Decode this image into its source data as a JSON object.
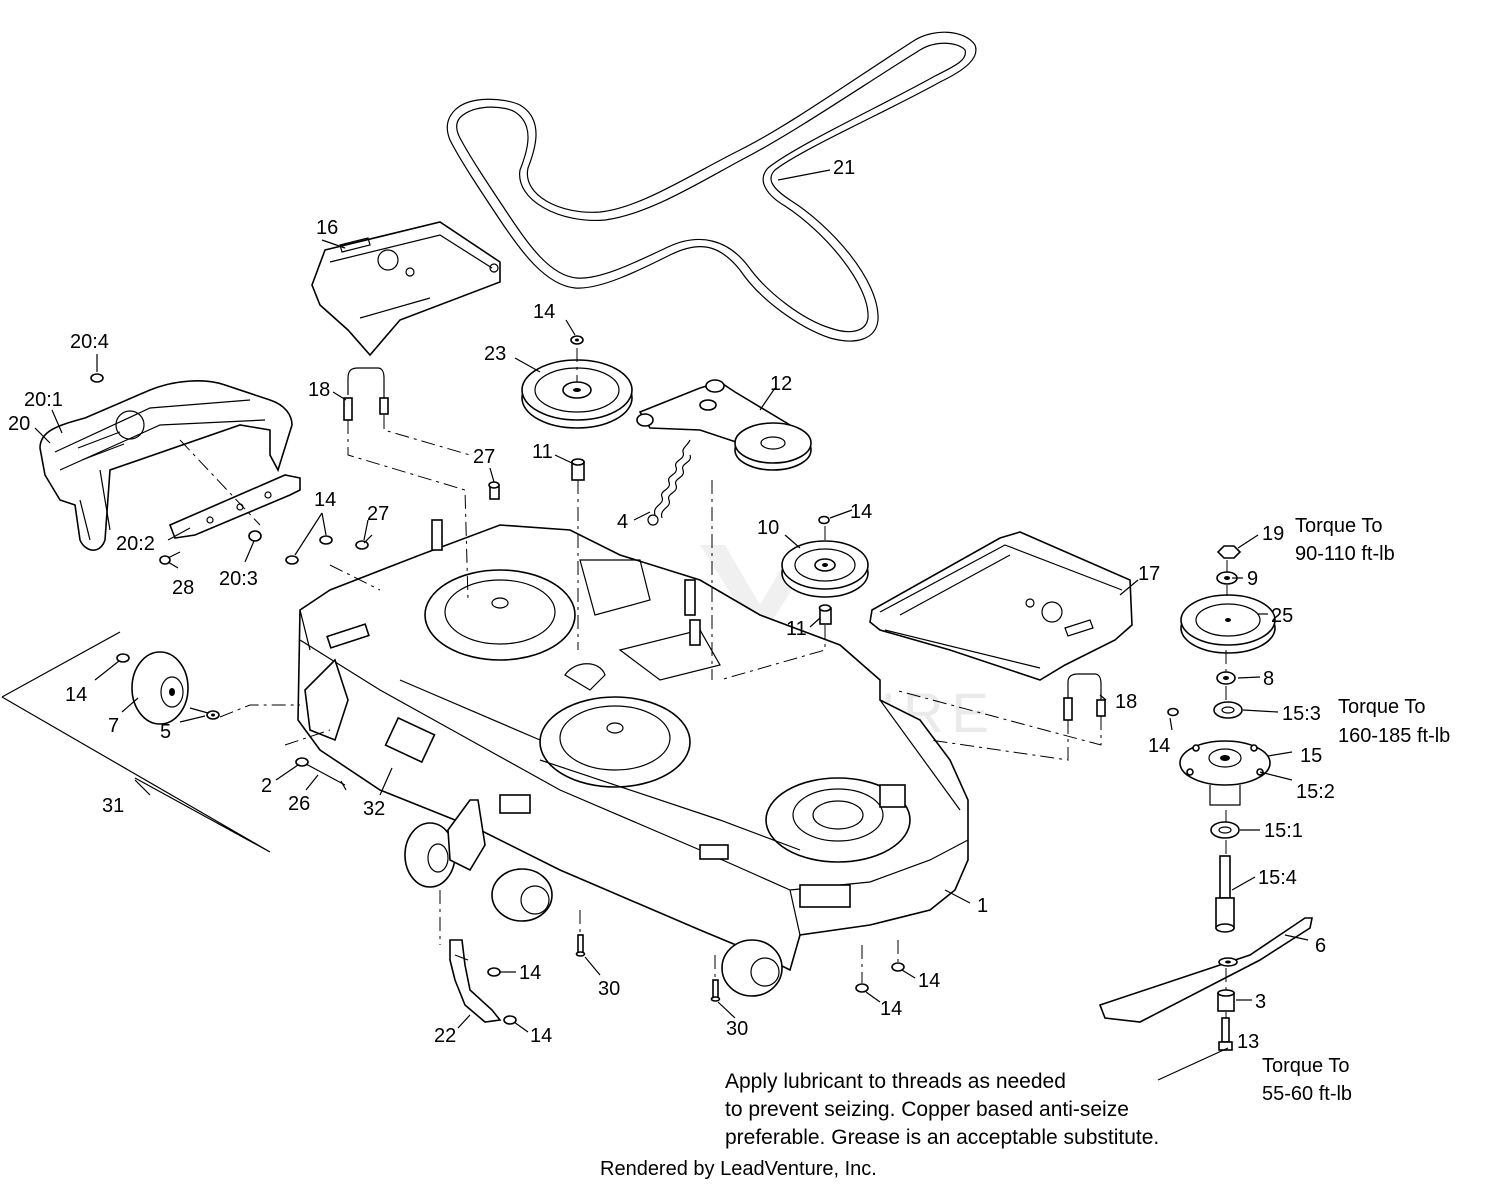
{
  "callouts": {
    "c1": "1",
    "c2": "2",
    "c3": "3",
    "c4": "4",
    "c5": "5",
    "c6": "6",
    "c7": "7",
    "c8": "8",
    "c9": "9",
    "c10": "10",
    "c11a": "11",
    "c11b": "11",
    "c12": "12",
    "c13": "13",
    "c14a": "14",
    "c14b": "14",
    "c14c": "14",
    "c14d": "14",
    "c14e": "14",
    "c14f": "14",
    "c14g": "14",
    "c14h": "14",
    "c14i": "14",
    "c15": "15",
    "c15_1": "15:1",
    "c15_2": "15:2",
    "c15_3": "15:3",
    "c15_4": "15:4",
    "c16": "16",
    "c17": "17",
    "c18a": "18",
    "c18b": "18",
    "c19": "19",
    "c20": "20",
    "c20_1": "20:1",
    "c20_2": "20:2",
    "c20_3": "20:3",
    "c20_4": "20:4",
    "c21": "21",
    "c22": "22",
    "c23": "23",
    "c25": "25",
    "c26": "26",
    "c27a": "27",
    "c27b": "27",
    "c28": "28",
    "c30a": "30",
    "c30b": "30",
    "c31": "31",
    "c32": "32"
  },
  "torque": {
    "t19_title": "Torque To",
    "t19_value": "90-110 ft-lb",
    "t15_title": "Torque To",
    "t15_value": "160-185 ft-lb",
    "t13_title": "Torque To",
    "t13_value": "55-60 ft-lb"
  },
  "note": {
    "line1": "Apply lubricant to threads as needed",
    "line2": "to prevent seizing. Copper based anti-seize",
    "line3": "preferable. Grease is an acceptable substitute."
  },
  "watermark": "LEADVENTURE",
  "rendered_by": "Rendered by LeadVenture, Inc."
}
